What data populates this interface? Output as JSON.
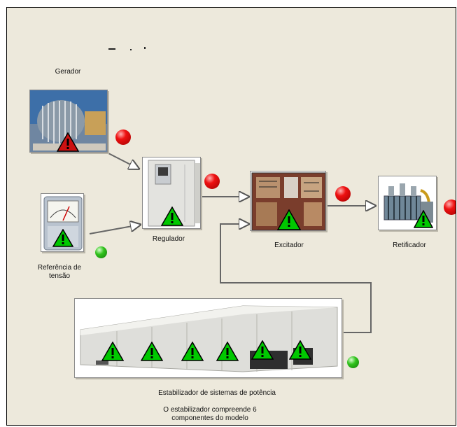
{
  "colors": {
    "background": "#ede9dc",
    "warning": "#00c800",
    "alarm": "#ee1111",
    "ok": "#31c21c",
    "line": "#666666"
  },
  "icons": {
    "warning": "warning-triangle-icon"
  },
  "labels": {
    "gerador": "Gerador",
    "regulador": "Regulador",
    "excitador": "Excitador",
    "retificador": "Retificador",
    "referencia_1": "Referência de",
    "referencia_2": "tensão",
    "estabilizador": "Estabilizador de sistemas de potência",
    "nota_1": "O estabilizador compreende 6",
    "nota_2": "componentes do modelo"
  },
  "status": {
    "gerador": "alarm",
    "regulador": "alarm",
    "excitador": "alarm",
    "retificador": "alarm",
    "referencia": "ok",
    "estabilizador": "ok"
  }
}
